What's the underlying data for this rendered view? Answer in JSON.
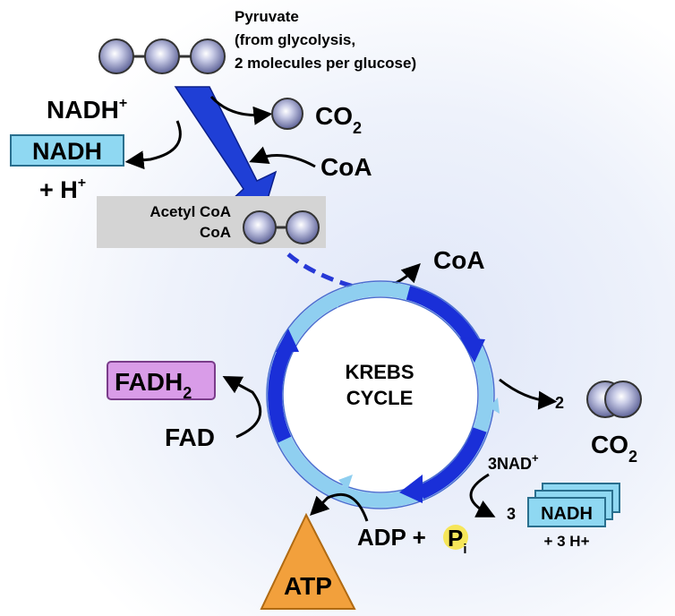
{
  "pyruvate": {
    "line1": "Pyruvate",
    "line2": "(from glycolysis,",
    "line3": "2 molecules per glucose)"
  },
  "nadh_top": {
    "nad_label": "NADH",
    "nad_sup": "+",
    "box_label": "NADH",
    "h_label": "+ H",
    "h_sup": "+"
  },
  "co2_top": {
    "main": "CO",
    "sub": "2"
  },
  "coa_in": "CoA",
  "acetyl": {
    "line1": "Acetyl CoA",
    "line2": "CoA"
  },
  "coa_out": "CoA",
  "cycle": {
    "line1": "KREBS",
    "line2": "CYCLE"
  },
  "fadh2": {
    "main": "FADH",
    "sub": "2"
  },
  "fad": "FAD",
  "co2_right": {
    "count": "2",
    "main": "CO",
    "sub": "2"
  },
  "nad_right": {
    "label": "3NAD",
    "sup": "+"
  },
  "nadh_right": {
    "count": "3",
    "box_label": "NADH",
    "h_label": "+ 3 H+"
  },
  "adp": {
    "label": "ADP +",
    "pi_main": "P",
    "pi_sub": "i"
  },
  "atp": "ATP",
  "colors": {
    "molecule": "#7c82b8",
    "big_arrow": "#1f3fd6",
    "cycle_dark": "#1a2fd8",
    "cycle_light": "#9fd4f0",
    "nadh_box": "#8fd8f2",
    "fadh_box": "#d99ce8",
    "atp": "#f2a03c",
    "pi": "#f6e65a",
    "acetyl_bg": "#d4d4d4"
  }
}
